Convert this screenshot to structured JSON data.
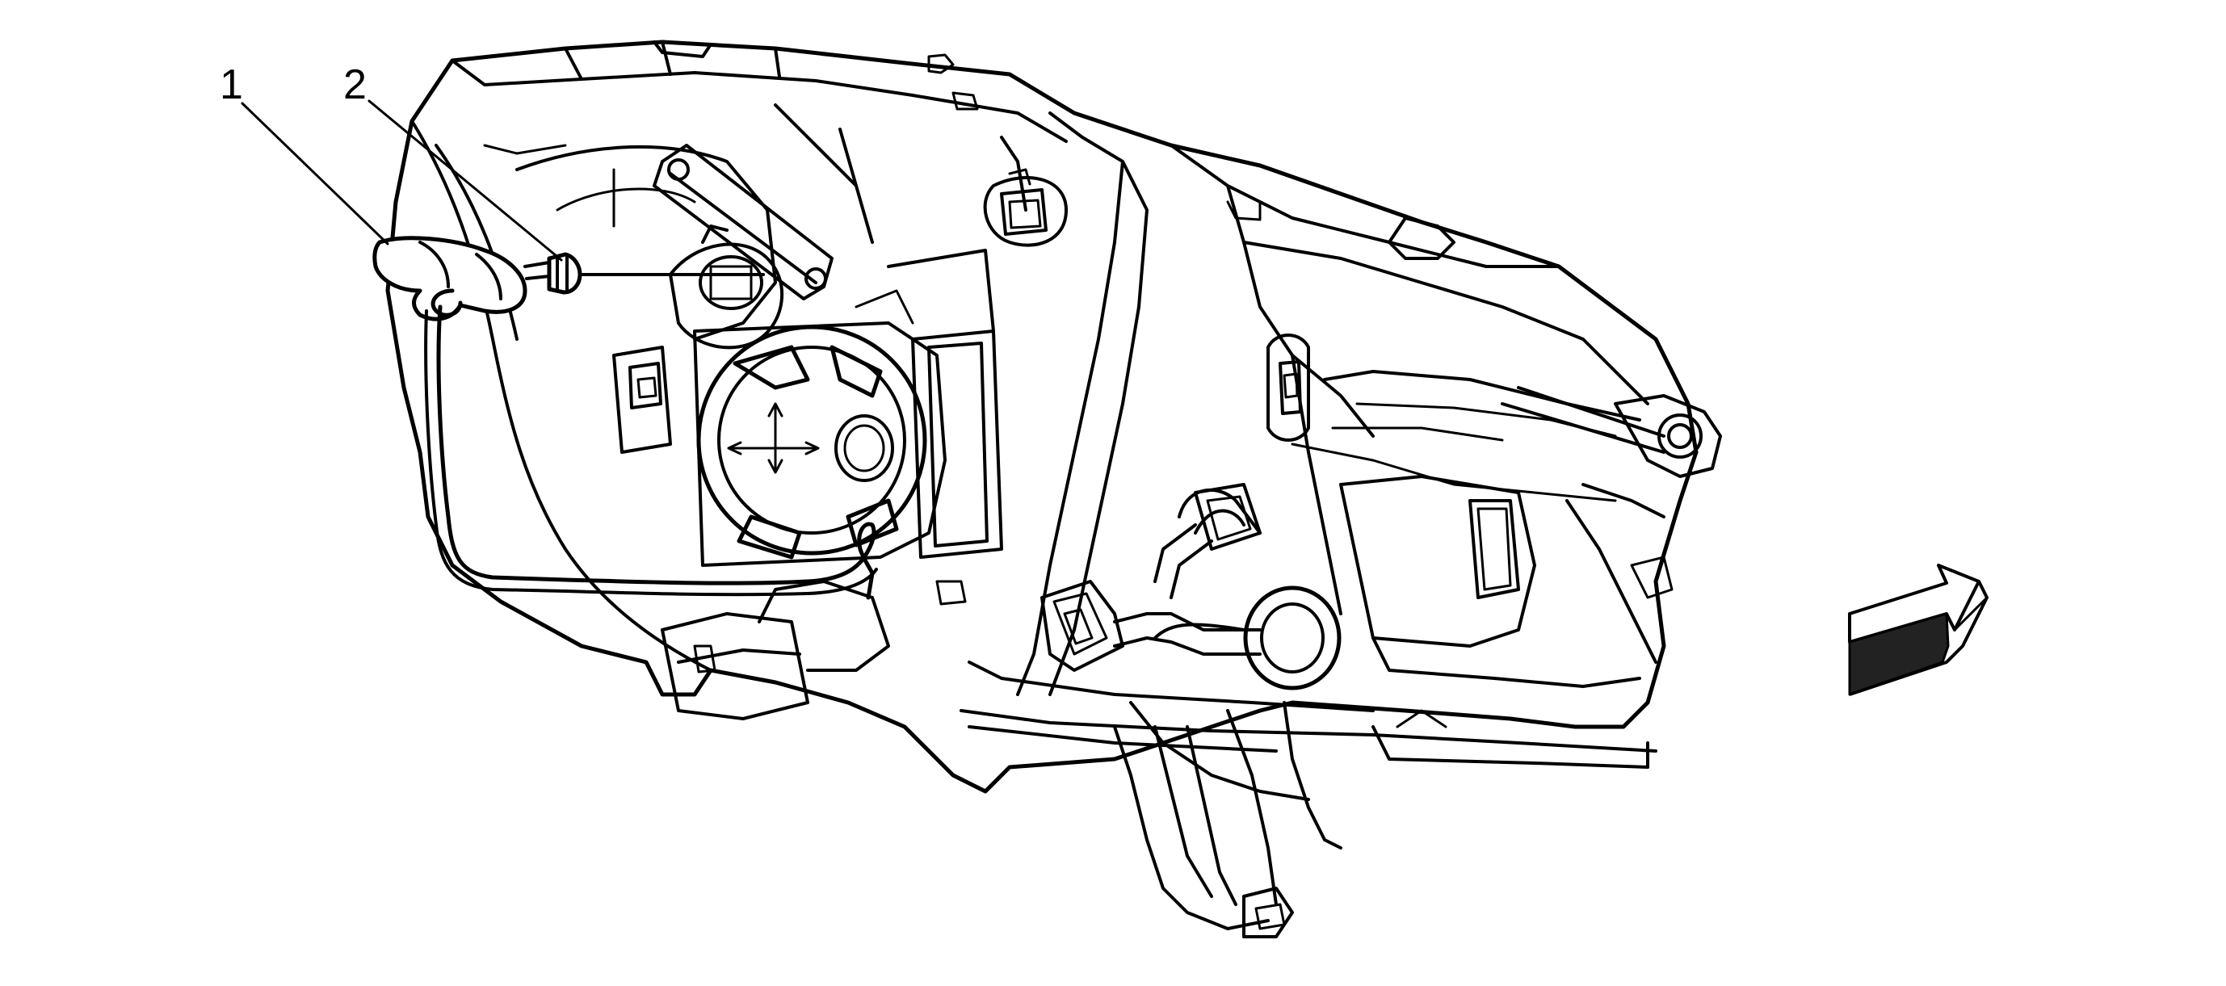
{
  "callouts": [
    {
      "id": "1",
      "label": "1"
    },
    {
      "id": "2",
      "label": "2"
    }
  ],
  "icons": {
    "direction": "forward-direction-arrow-icon"
  },
  "colors": {
    "line": "#000000",
    "background": "#ffffff"
  }
}
